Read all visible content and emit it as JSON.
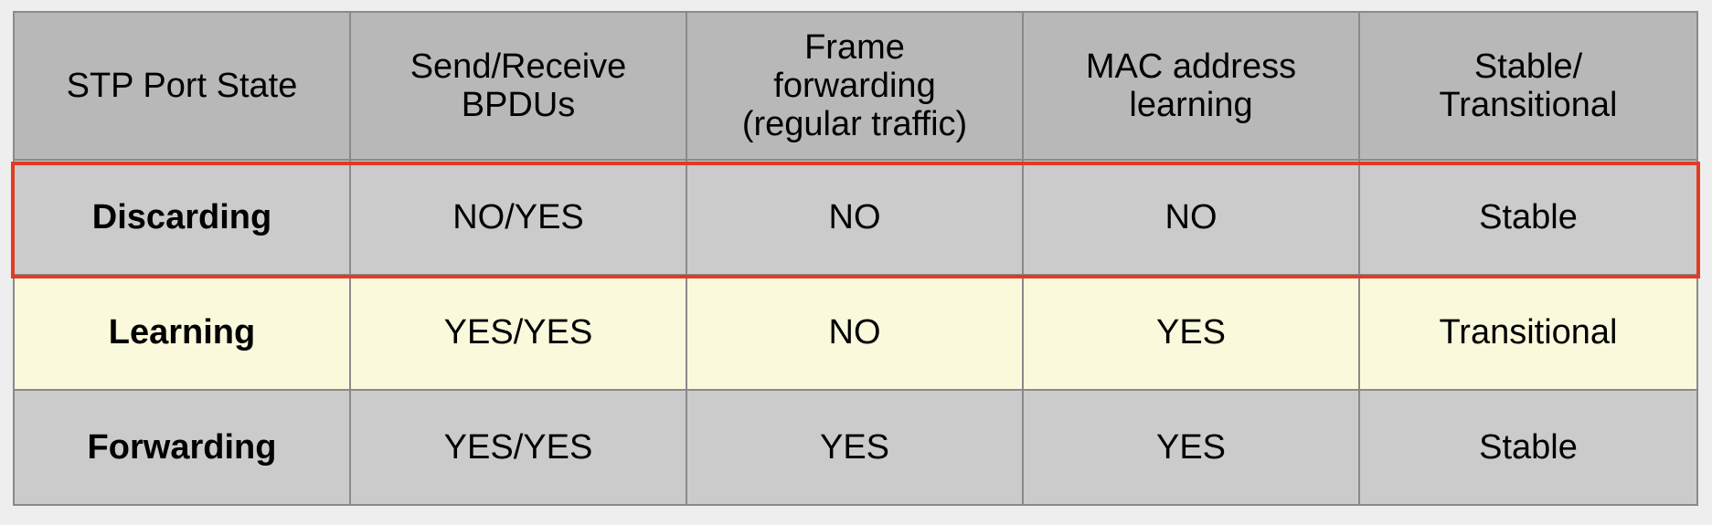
{
  "table": {
    "headers": [
      [
        "STP Port State"
      ],
      [
        "Send/Receive",
        "BPDUs"
      ],
      [
        "Frame",
        "forwarding",
        "(regular traffic)"
      ],
      [
        "MAC address",
        "learning"
      ],
      [
        "Stable/",
        "Transitional"
      ]
    ],
    "rows": [
      {
        "state": "Discarding",
        "bpdus": "NO/YES",
        "forwarding": "NO",
        "mac_learning": "NO",
        "stability": "Stable",
        "highlighted": true
      },
      {
        "state": "Learning",
        "bpdus": "YES/YES",
        "forwarding": "NO",
        "mac_learning": "YES",
        "stability": "Transitional",
        "highlighted": false
      },
      {
        "state": "Forwarding",
        "bpdus": "YES/YES",
        "forwarding": "YES",
        "mac_learning": "YES",
        "stability": "Stable",
        "highlighted": false
      }
    ]
  },
  "colors": {
    "header_bg": "#b8b8b8",
    "gray_row_bg": "#cbcbcb",
    "cream_row_bg": "#fbf9dc",
    "highlight_border": "#e33a24"
  }
}
